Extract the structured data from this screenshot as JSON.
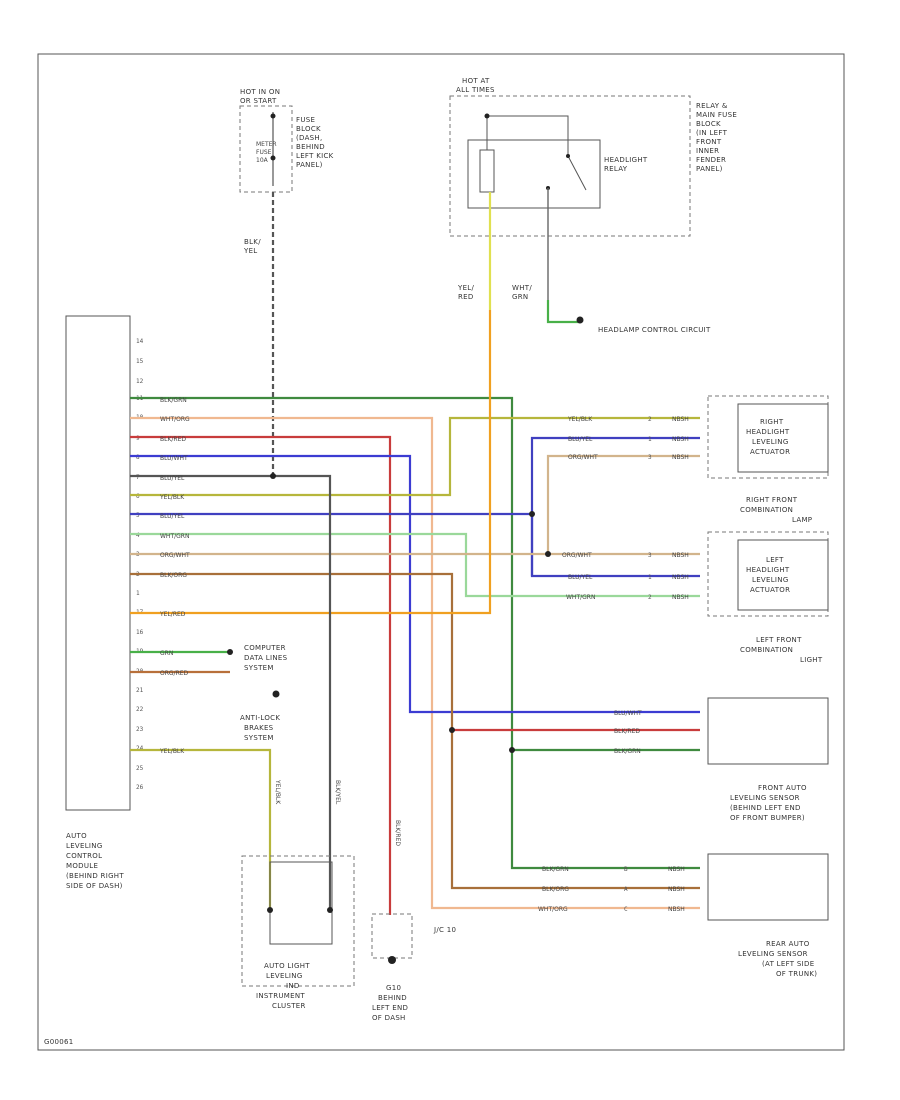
{
  "diagram": {
    "top_fuse": {
      "source": [
        "HOT IN ON",
        "OR START"
      ],
      "fuse": [
        "METER",
        "FUSE",
        "10A"
      ],
      "location": [
        "FUSE",
        "BLOCK",
        "(DASH,",
        "BEHIND",
        "LEFT KICK",
        "PANEL)"
      ],
      "wire_color": [
        "BLK/",
        "YEL"
      ]
    },
    "relay": {
      "source": [
        "HOT AT",
        "ALL TIMES"
      ],
      "name": [
        "HEADLIGHT",
        "RELAY"
      ],
      "location": [
        "RELAY &",
        "MAIN FUSE",
        "BLOCK",
        "(IN LEFT",
        "FRONT",
        "INNER",
        "FENDER",
        "PANEL)"
      ],
      "wire_left": [
        "YEL/",
        "RED"
      ],
      "wire_right": [
        "WHT/",
        "GRN"
      ],
      "control_circuit": "HEADLAMP CONTROL CIRCUIT"
    },
    "module": {
      "pins": [
        "14",
        "15",
        "12",
        "11",
        "10",
        "9",
        "8",
        "7",
        "6",
        "5",
        "4",
        "3",
        "2",
        "1",
        "17",
        "16",
        "19",
        "20",
        "21",
        "22",
        "23",
        "24",
        "25",
        "26"
      ],
      "wires": [
        "BLK/GRN",
        "WHT/ORG",
        "BLK/RED",
        "BLU/WHT",
        "BLU/YEL",
        "YEL/BLK",
        "BLU/YEL",
        "WHT/GRN",
        "ORG/WHT",
        "BLK/ORG",
        "YEL/RED",
        "GRN",
        "ORG/RED",
        "YEL/BLK"
      ],
      "label": [
        "AUTO",
        "LEVELING",
        "CONTROL",
        "MODULE",
        "(BEHIND RIGHT",
        "SIDE OF DASH)"
      ]
    },
    "computer": [
      "COMPUTER",
      "DATA LINES",
      "SYSTEM"
    ],
    "antilock": [
      "ANTI-LOCK",
      "BRAKES",
      "SYSTEM"
    ],
    "right_headlight": {
      "wires": [
        "YEL/BLK",
        "BLU/YEL",
        "ORG/WHT"
      ],
      "pins": [
        "2",
        "1",
        "3"
      ],
      "label": [
        "RIGHT",
        "HEADLIGHT",
        "LEVELING",
        "ACTUATOR"
      ],
      "group": [
        "RIGHT FRONT",
        "COMBINATION",
        "LAMP"
      ]
    },
    "left_headlight": {
      "wires": [
        "ORG/WHT",
        "BLU/YEL",
        "WHT/GRN"
      ],
      "pins": [
        "3",
        "1",
        "2"
      ],
      "label": [
        "LEFT",
        "HEADLIGHT",
        "LEVELING",
        "ACTUATOR"
      ],
      "group": [
        "LEFT FRONT",
        "COMBINATION",
        "LIGHT"
      ]
    },
    "front_sensor": {
      "wires": [
        "BLU/WHT",
        "BLK/RED",
        "BLK/GRN"
      ],
      "label": [
        "FRONT AUTO",
        "LEVELING SENSOR",
        "(BEHIND LEFT END",
        "OF FRONT BUMPER)"
      ]
    },
    "rear_sensor": {
      "wires": [
        "BLK/GRN",
        "BLK/ORG",
        "WHT/ORG"
      ],
      "pins": [
        "B",
        "A",
        "C"
      ],
      "label": [
        "REAR AUTO",
        "LEVELING SENSOR",
        "(AT LEFT SIDE",
        "OF TRUNK)"
      ]
    },
    "cluster": {
      "wire_left": "YEL/BLK",
      "wire_right": "BLK/YEL",
      "label": [
        "AUTO LIGHT",
        "LEVELING",
        "IND",
        "INSTRUMENT",
        "CLUSTER"
      ]
    },
    "ground": {
      "wire": "BLK/RED",
      "label": [
        "G10",
        "BEHIND",
        "LEFT END",
        "OF DASH"
      ]
    },
    "jc": "J/C 10",
    "connector_tag": "NBSH",
    "footer": "G00061"
  },
  "colors": {
    "blk_grn": "#3f8a3f",
    "wht_org": "#f0b890",
    "blk_red": "#c83c3c",
    "blu_wht": "#3c3cd2",
    "blu_yel": "#4040c0",
    "yel_blk": "#b6b63c",
    "wht_grn": "#9ad89a",
    "org_wht": "#d2b48c",
    "blk_org": "#a8703a",
    "yel_red": "#f0a020",
    "grn": "#48b048",
    "org_red": "#b8703a",
    "blk_yel": "#555555",
    "yel": "#e0e050",
    "org": "#f0a060"
  }
}
